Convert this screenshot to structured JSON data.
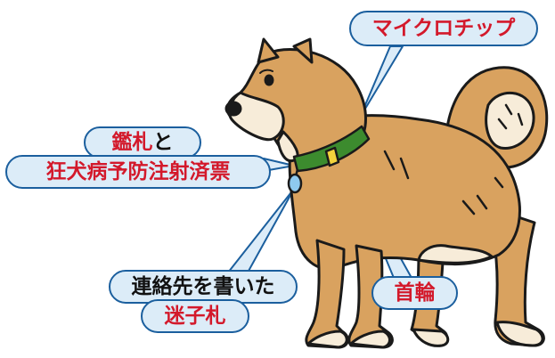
{
  "labels": {
    "microchip": "マイクロチップ",
    "tag_line1_a": "鑑札",
    "tag_line1_b": "と",
    "tag_line2": "狂犬病予防注射済票",
    "collar": "首輪",
    "lost_line1": "連絡先を書いた",
    "lost_line2": "迷子札"
  },
  "colors": {
    "label_red": "#d3192b",
    "label_black": "#111111",
    "callout_fill": "#dcecf8",
    "callout_border": "#1b5f9e",
    "dog_fur": "#d9a25f",
    "dog_light": "#f7ecd9",
    "collar_green": "#3c8b2e",
    "collar_yellow": "#f2d23c"
  },
  "icons": [
    "shiba-dog-illustration",
    "collar",
    "tag-pendant"
  ]
}
